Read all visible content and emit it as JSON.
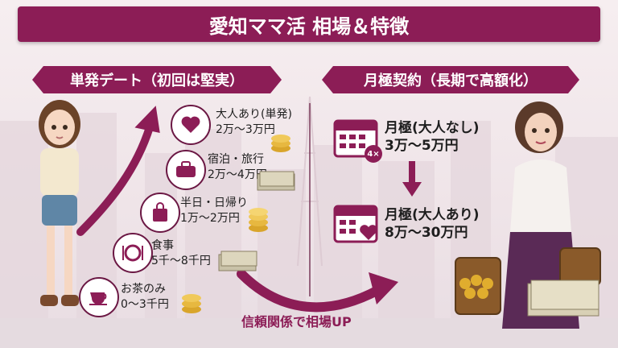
{
  "title": "愛知ママ活 相場＆特徴",
  "left_ribbon": "単発デート（初回は堅実）",
  "right_ribbon": "月極契約（長期で高額化）",
  "left_items": [
    {
      "line1": "大人あり(単発)",
      "line2": "2万〜3万円",
      "icon": "heart-icon"
    },
    {
      "line1": "宿泊・旅行",
      "line2": "2万〜4万円",
      "icon": "suitcase-icon"
    },
    {
      "line1": "半日・日帰り",
      "line2": "1万〜2万円",
      "icon": "shopping-bag-icon"
    },
    {
      "line1": "食事",
      "line2": "5千〜8千円",
      "icon": "plate-cutlery-icon"
    },
    {
      "line1": "お茶のみ",
      "line2": "0〜3千円",
      "icon": "teacup-icon"
    }
  ],
  "right_items": [
    {
      "line1": "月極(大人なし)",
      "line2": "3万〜5万円",
      "icon": "calendar-icon",
      "badge": "4×"
    },
    {
      "line1": "月極(大人あり)",
      "line2": "8万〜30万円",
      "icon": "calendar-heart-icon"
    }
  ],
  "bottom_label": "信頼関係で相場UP",
  "colors": {
    "accent": "#8c1d56",
    "arrow": "#8c1d56",
    "gold": "#d9a52b"
  }
}
